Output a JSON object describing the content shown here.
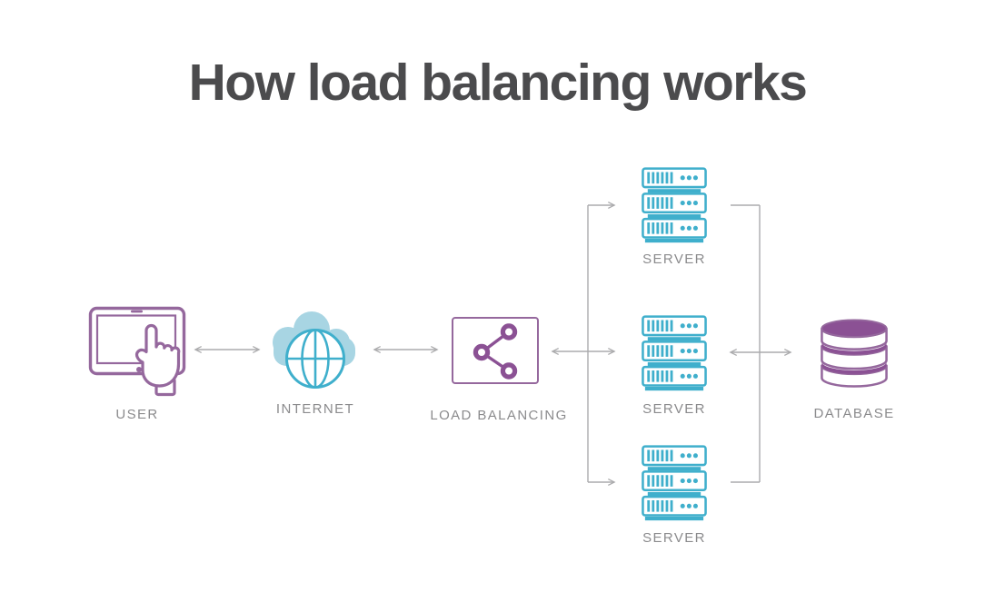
{
  "title": "How load balancing works",
  "nodes": {
    "user": {
      "label": "USER",
      "icon": "tablet-touch-icon"
    },
    "internet": {
      "label": "INTERNET",
      "icon": "internet-globe-icon"
    },
    "load_balancing": {
      "label": "LOAD BALANCING",
      "icon": "load-balancer-share-icon"
    },
    "servers": [
      {
        "label": "SERVER",
        "icon": "server-rack-icon"
      },
      {
        "label": "SERVER",
        "icon": "server-rack-icon"
      },
      {
        "label": "SERVER",
        "icon": "server-rack-icon"
      }
    ],
    "database": {
      "label": "DATABASE",
      "icon": "database-cylinder-icon"
    }
  },
  "colors": {
    "teal": "#3FAFCC",
    "cloud": "#A8D5E3",
    "purple": "#95689D",
    "purple_deep": "#8B5194",
    "lavender": "#DCCFE0",
    "line_gray": "#ABABAD",
    "label_gray": "#8B8B8D",
    "title_color": "#4B4B4D"
  }
}
